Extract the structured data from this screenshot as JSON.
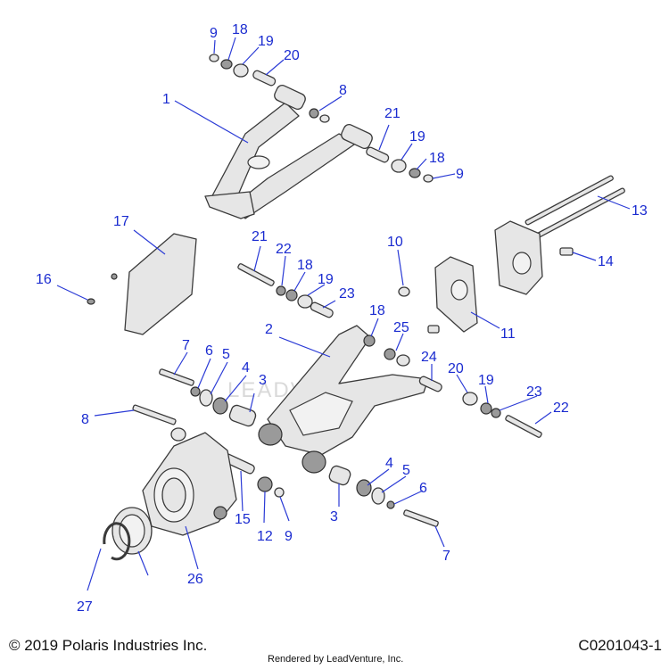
{
  "callouts": [
    {
      "id": "c1",
      "text": "1"
    },
    {
      "id": "c2",
      "text": "2"
    },
    {
      "id": "c3a",
      "text": "3"
    },
    {
      "id": "c3b",
      "text": "3"
    },
    {
      "id": "c4a",
      "text": "4"
    },
    {
      "id": "c4b",
      "text": "4"
    },
    {
      "id": "c5a",
      "text": "5"
    },
    {
      "id": "c5b",
      "text": "5"
    },
    {
      "id": "c6a",
      "text": "6"
    },
    {
      "id": "c6b",
      "text": "6"
    },
    {
      "id": "c7a",
      "text": "7"
    },
    {
      "id": "c7b",
      "text": "7"
    },
    {
      "id": "c8a",
      "text": "8"
    },
    {
      "id": "c8b",
      "text": "8"
    },
    {
      "id": "c9a",
      "text": "9"
    },
    {
      "id": "c9b",
      "text": "9"
    },
    {
      "id": "c9c",
      "text": "9"
    },
    {
      "id": "c10",
      "text": "10"
    },
    {
      "id": "c11",
      "text": "11"
    },
    {
      "id": "c12",
      "text": "12"
    },
    {
      "id": "c13",
      "text": "13"
    },
    {
      "id": "c14",
      "text": "14"
    },
    {
      "id": "c15",
      "text": "15"
    },
    {
      "id": "c16",
      "text": "16"
    },
    {
      "id": "c17",
      "text": "17"
    },
    {
      "id": "c18a",
      "text": "18"
    },
    {
      "id": "c18b",
      "text": "18"
    },
    {
      "id": "c18c",
      "text": "18"
    },
    {
      "id": "c18d",
      "text": "18"
    },
    {
      "id": "c19a",
      "text": "19"
    },
    {
      "id": "c19b",
      "text": "19"
    },
    {
      "id": "c19c",
      "text": "19"
    },
    {
      "id": "c19d",
      "text": "19"
    },
    {
      "id": "c20a",
      "text": "20"
    },
    {
      "id": "c20b",
      "text": "20"
    },
    {
      "id": "c21a",
      "text": "21"
    },
    {
      "id": "c21b",
      "text": "21"
    },
    {
      "id": "c22a",
      "text": "22"
    },
    {
      "id": "c22b",
      "text": "22"
    },
    {
      "id": "c23a",
      "text": "23"
    },
    {
      "id": "c23b",
      "text": "23"
    },
    {
      "id": "c24",
      "text": "24"
    },
    {
      "id": "c25",
      "text": "25"
    },
    {
      "id": "c26",
      "text": "26"
    },
    {
      "id": "c27",
      "text": "27"
    }
  ],
  "footer": {
    "copyright": "© 2019 Polaris Industries Inc.",
    "rendered_by": "Rendered by LeadVenture, Inc.",
    "diagram_code": "C0201043-1"
  },
  "watermark": "LEADVENTURE",
  "colors": {
    "callout": "#1a2bd0",
    "leader": "#2b3bd6",
    "part_fill": "#e6e6e6",
    "part_stroke": "#3a3a3a"
  }
}
